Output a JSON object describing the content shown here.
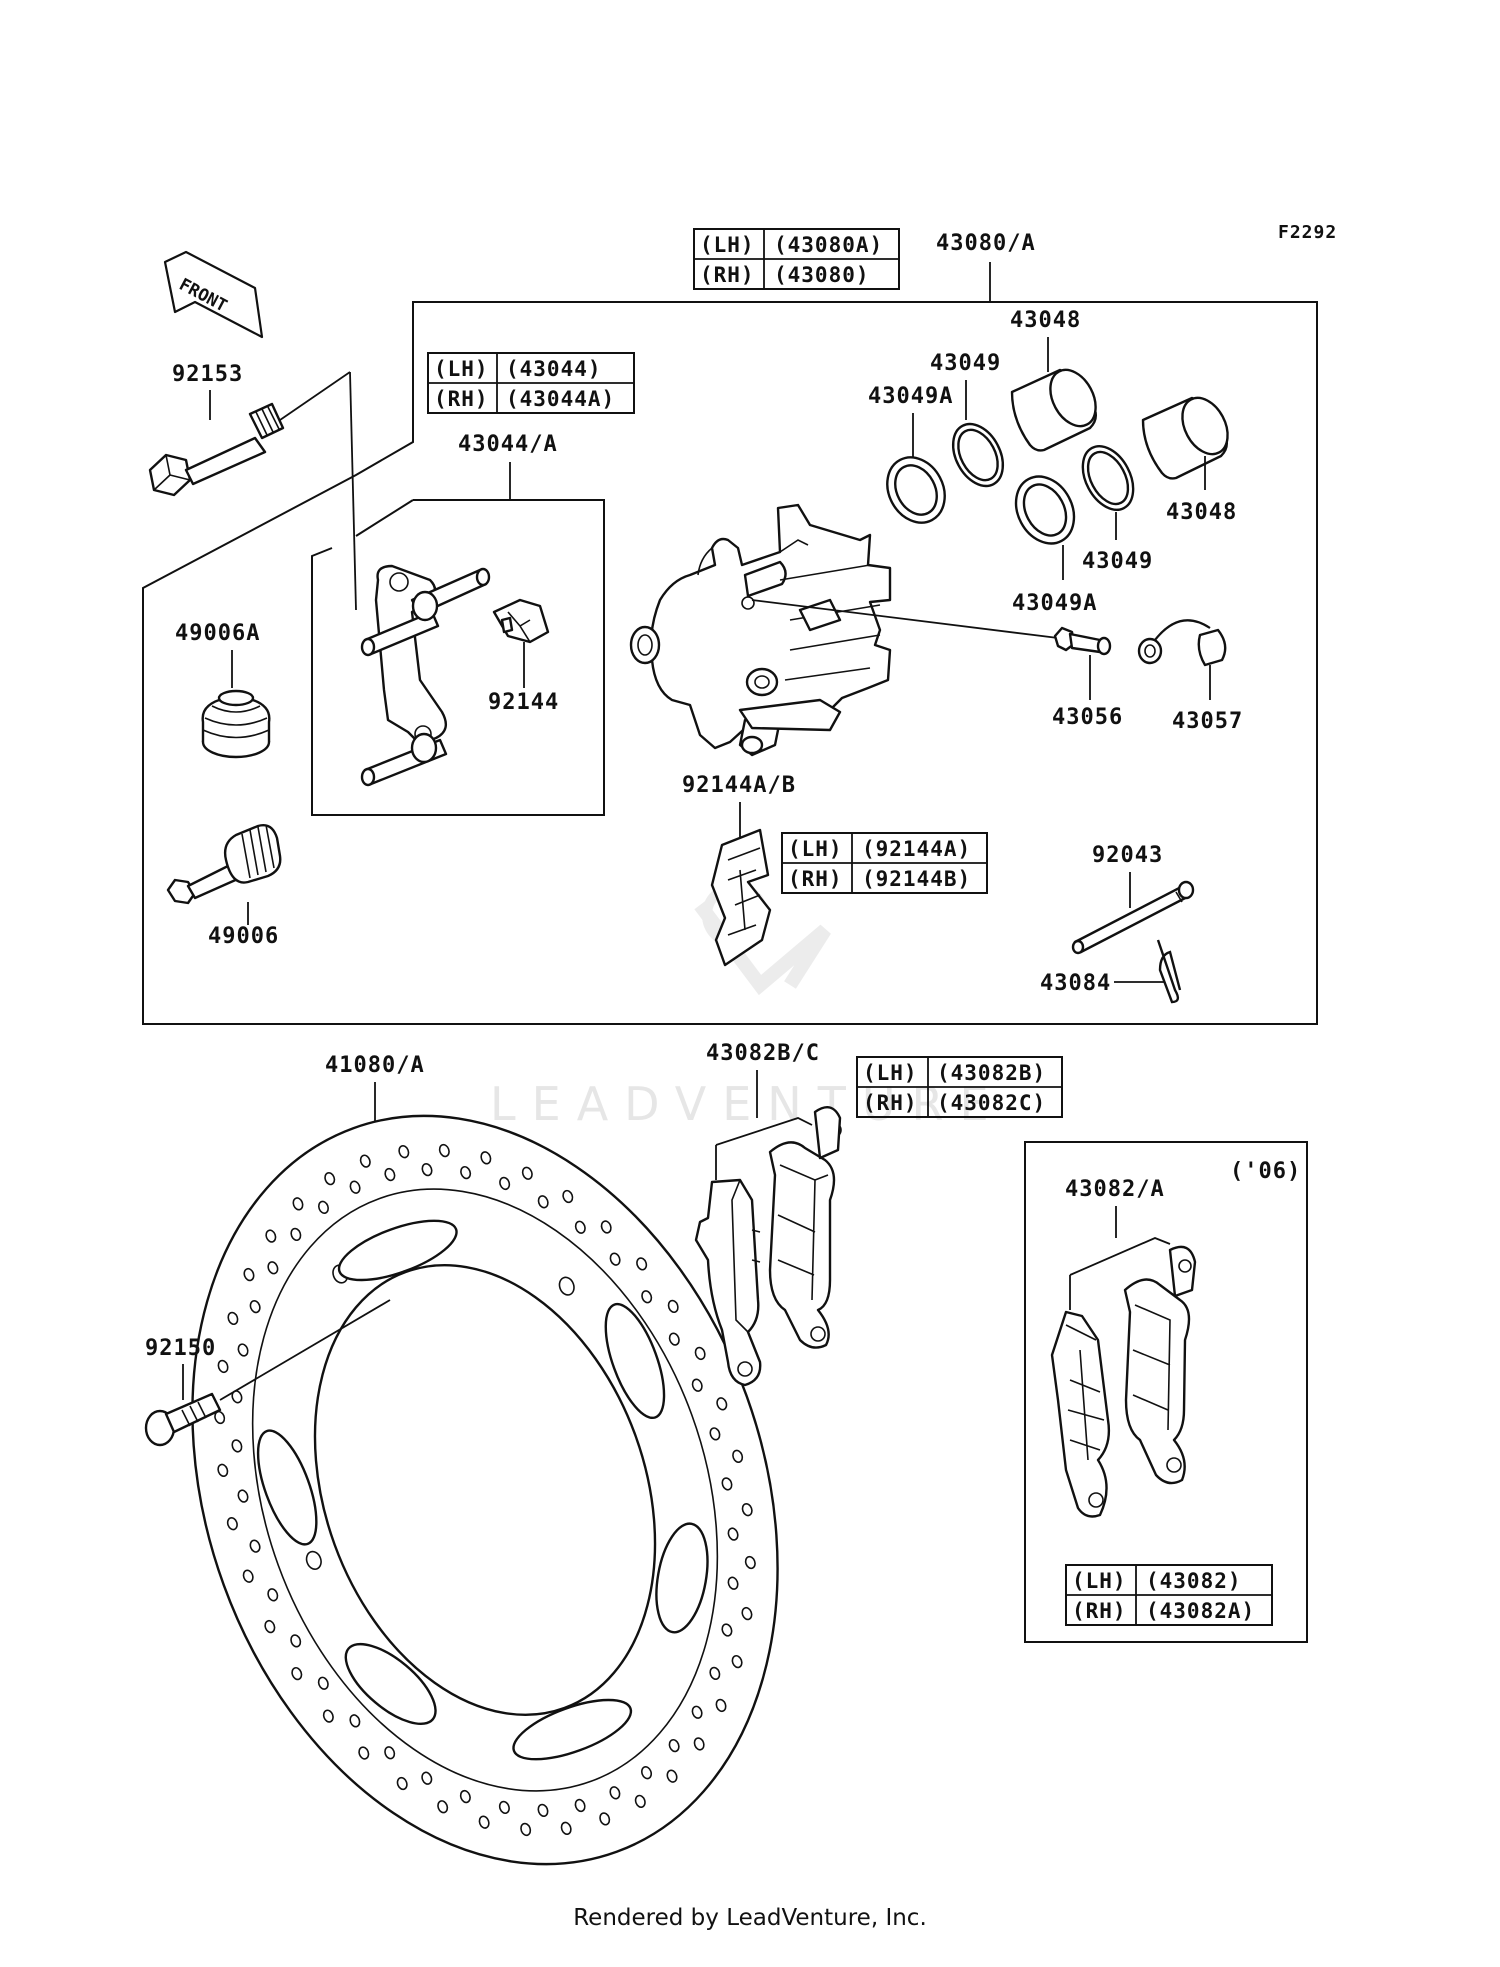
{
  "diagram_code": "F2292",
  "front_arrow": "FRONT",
  "watermark": "LEADVENTURE",
  "footer": "Rendered by LeadVenture, Inc.",
  "labels": {
    "caliper_assy": "43080/A",
    "bracket_assy": "43044/A",
    "bolt_top": "92153",
    "boot_a": "49006A",
    "pin": "49006",
    "piston_top": "43048",
    "piston_right": "43048",
    "seal_top": "43049",
    "seal_right": "43049",
    "dust_seal_top": "43049A",
    "dust_seal_right": "43049A",
    "spring_bracket": "92144",
    "bleed_valve": "43056",
    "bleed_cap": "43057",
    "spring_ab": "92144A/B",
    "pad_pin": "92043",
    "pin_clip": "43084",
    "disc": "41080/A",
    "disc_bolt": "92150",
    "pads_bc": "43082B/C",
    "pads_a": "43082/A",
    "year_note": "('06)"
  },
  "tables": {
    "caliper": [
      [
        "(LH)",
        "(43080A)"
      ],
      [
        "(RH)",
        "(43080)"
      ]
    ],
    "bracket": [
      [
        "(LH)",
        "(43044)"
      ],
      [
        "(RH)",
        "(43044A)"
      ]
    ],
    "spring": [
      [
        "(LH)",
        "(92144A)"
      ],
      [
        "(RH)",
        "(92144B)"
      ]
    ],
    "pads_bc": [
      [
        "(LH)",
        "(43082B)"
      ],
      [
        "(RH)",
        "(43082C)"
      ]
    ],
    "pads_a": [
      [
        "(LH)",
        "(43082)"
      ],
      [
        "(RH)",
        "(43082A)"
      ]
    ]
  },
  "icons": [
    "front-arrow-icon",
    "bolt-icon",
    "rubber-boot-icon",
    "slide-pin-icon",
    "caliper-bracket-icon",
    "pad-spring-icon",
    "caliper-body-icon",
    "piston-icon",
    "piston-seal-icon",
    "dust-seal-icon",
    "bleed-valve-icon",
    "bleed-cap-icon",
    "pad-spring-plate-icon",
    "pad-pin-icon",
    "r-clip-icon",
    "brake-disc-icon",
    "disc-bolt-icon",
    "brake-pad-icon"
  ]
}
